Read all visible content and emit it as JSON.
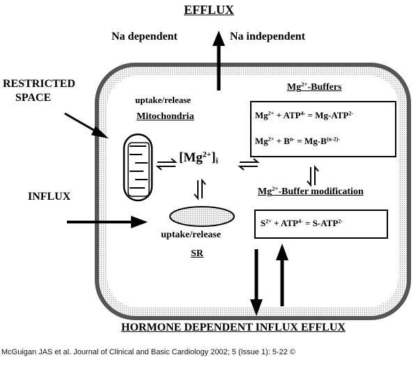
{
  "diagram": {
    "title_top": "EFFLUX",
    "na_dependent": "Na dependent",
    "na_independent": "Na independent",
    "restricted_space_line1": "RESTRICTED",
    "restricted_space_line2": "SPACE",
    "influx": "INFLUX",
    "mito_uptake_release": "uptake/release",
    "mitochondria": "Mitochondria",
    "mg_buffers_prefix": "Mg",
    "mg_buffers_charge": "2+",
    "mg_buffers_suffix": "-Buffers",
    "mg_center_prefix": "[Mg",
    "mg_center_charge": "2+",
    "mg_center_bracket": "]",
    "mg_center_sub": "i",
    "eq1_a": "Mg",
    "eq1_a_sup": "2+",
    "eq1_b": " + ATP",
    "eq1_b_sup": "4-",
    "eq1_c": " = Mg-ATP",
    "eq1_c_sup": "2-",
    "eq2_a": "Mg",
    "eq2_a_sup": "2+",
    "eq2_b": " + B",
    "eq2_b_sup": "n-",
    "eq2_c": " = Mg-B",
    "eq2_c_sup": "(n-2)-",
    "buffer_mod_prefix": "Mg",
    "buffer_mod_charge": "2+",
    "buffer_mod_suffix": "-Buffer modification",
    "eq3_a": "S",
    "eq3_a_sup": "2+",
    "eq3_b": " + ATP",
    "eq3_b_sup": "4-",
    "eq3_c": " = S-ATP",
    "eq3_c_sup": "2-",
    "sr_uptake_release": "uptake/release",
    "sr": "SR",
    "hormone_dependent": "HORMONE DEPENDENT  INFLUX  EFFLUX"
  },
  "caption": "McGuigan JAS et al. Journal of Clinical and Basic Cardiology 2002; 5 (Issue 1): 5-22 ©"
}
